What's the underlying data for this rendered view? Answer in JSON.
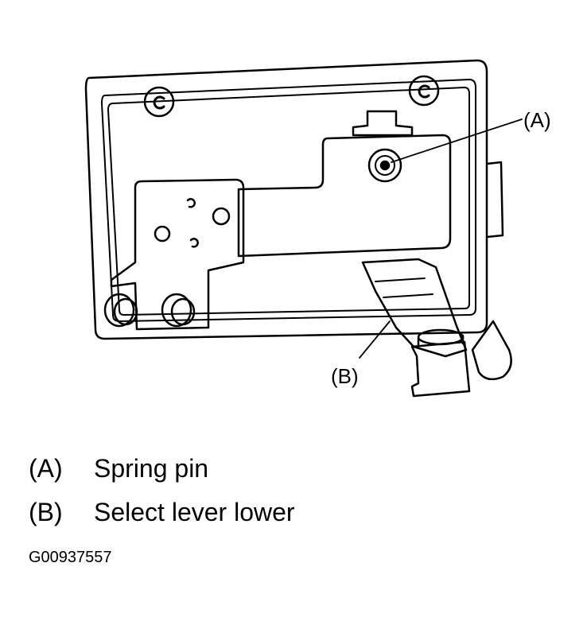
{
  "callouts": {
    "a": "(A)",
    "b": "(B)"
  },
  "legend": [
    {
      "key": "(A)",
      "text": "Spring pin"
    },
    {
      "key": "(B)",
      "text": "Select lever lower"
    }
  ],
  "figure_code": "G00937557"
}
